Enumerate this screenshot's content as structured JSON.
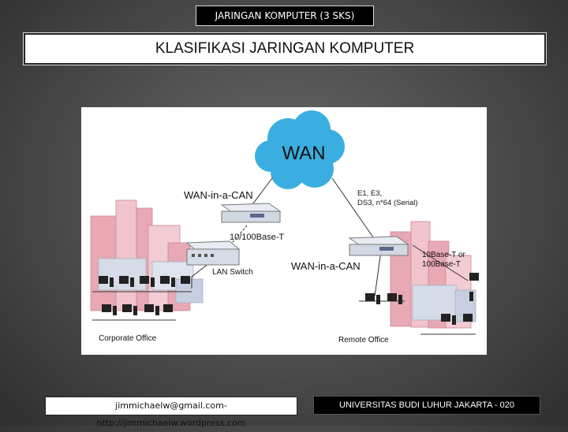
{
  "header": {
    "course_title": "JARINGAN KOMPUTER (3 SKS)",
    "slide_title": "KLASIFIKASI JARINGAN KOMPUTER"
  },
  "diagram": {
    "cloud_label": "WAN",
    "labels": {
      "wan_in_can_left": "WAN-in-a-CAN",
      "e1_line1": "E1, E3,",
      "e1_line2": "DS3, n*64 (Serial)",
      "base_100": "10/100Base-T",
      "lan_switch": "LAN Switch",
      "wan_in_can_right": "WAN-in-a-CAN",
      "base_10_line1": "10Base-T or",
      "base_10_line2": "100Base-T",
      "corporate_office": "Corporate Office",
      "remote_office": "Remote Office"
    }
  },
  "footer": {
    "contact": "jimmichaelw@gmail.com- http://jimmichaelw.wordpress.com",
    "institution": "UNIVERSITAS BUDI LUHUR JAKARTA - 020"
  },
  "colors": {
    "cloud": "#3aaee0",
    "buildings": "#e8a8b4",
    "background_dark": "#3a3a3a"
  }
}
